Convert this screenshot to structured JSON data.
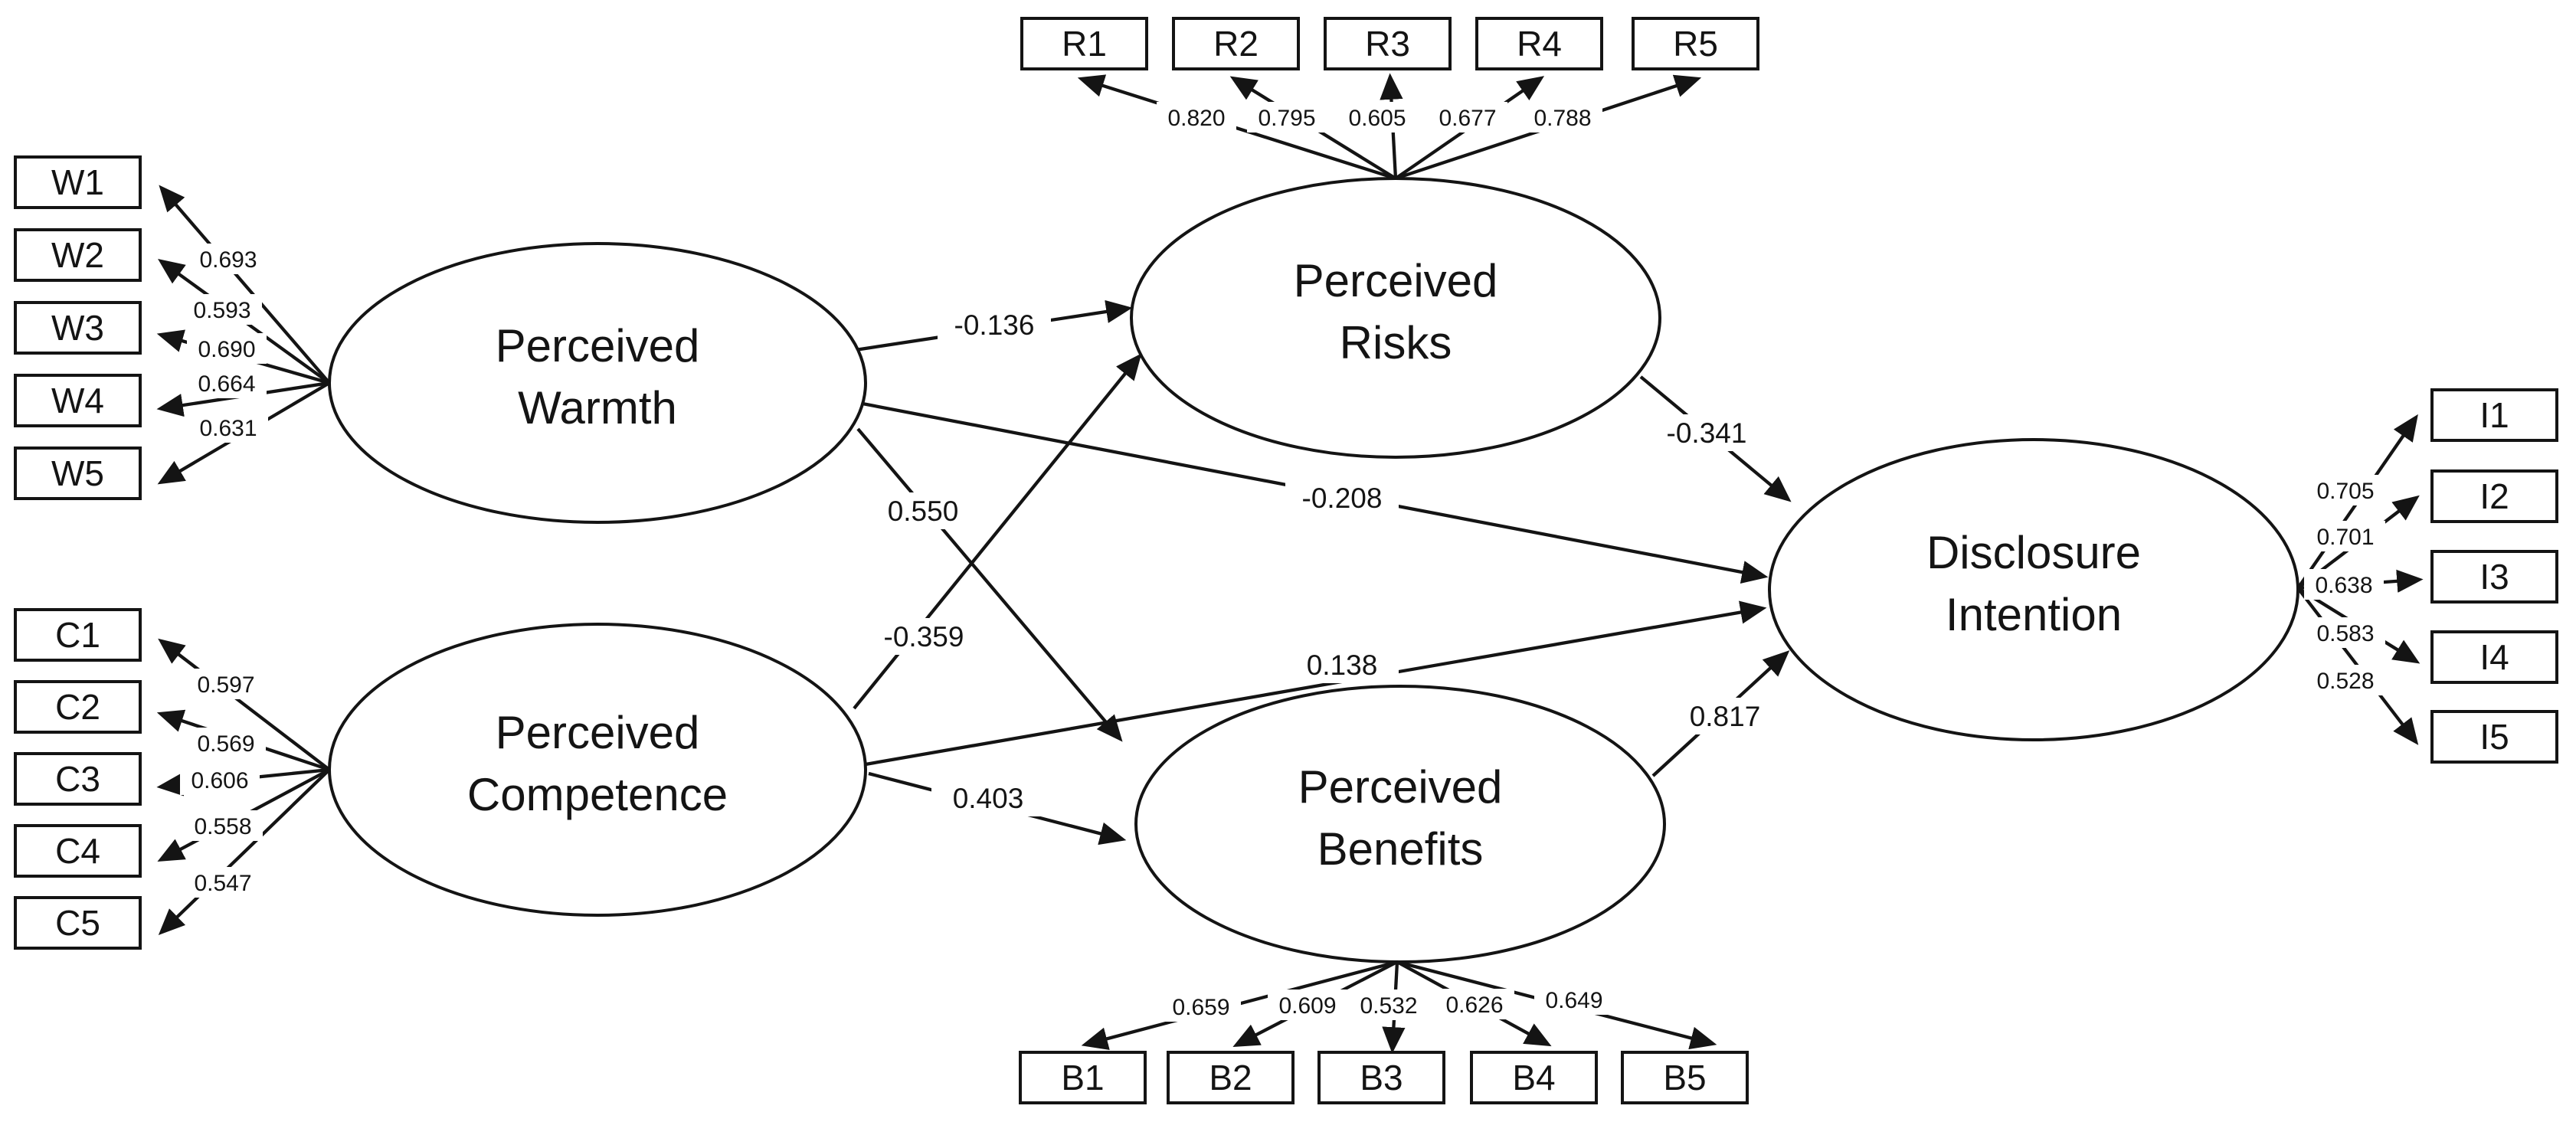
{
  "diagram": {
    "latents": [
      {
        "name": "Perceived Warmth",
        "line1": "Perceived",
        "line2": "Warmth"
      },
      {
        "name": "Perceived Competence",
        "line1": "Perceived",
        "line2": "Competence"
      },
      {
        "name": "Perceived Risks",
        "line1": "Perceived",
        "line2": "Risks"
      },
      {
        "name": "Perceived Benefits",
        "line1": "Perceived",
        "line2": "Benefits"
      },
      {
        "name": "Disclosure Intention",
        "line1": "Disclosure",
        "line2": "Intention"
      }
    ],
    "indicators": {
      "W": [
        {
          "id": "W1",
          "loading": "0.693"
        },
        {
          "id": "W2",
          "loading": "0.593"
        },
        {
          "id": "W3",
          "loading": "0.690"
        },
        {
          "id": "W4",
          "loading": "0.664"
        },
        {
          "id": "W5",
          "loading": "0.631"
        }
      ],
      "C": [
        {
          "id": "C1",
          "loading": "0.597"
        },
        {
          "id": "C2",
          "loading": "0.569"
        },
        {
          "id": "C3",
          "loading": "0.606"
        },
        {
          "id": "C4",
          "loading": "0.558"
        },
        {
          "id": "C5",
          "loading": "0.547"
        }
      ],
      "R": [
        {
          "id": "R1",
          "loading": "0.820"
        },
        {
          "id": "R2",
          "loading": "0.795"
        },
        {
          "id": "R3",
          "loading": "0.605"
        },
        {
          "id": "R4",
          "loading": "0.677"
        },
        {
          "id": "R5",
          "loading": "0.788"
        }
      ],
      "B": [
        {
          "id": "B1",
          "loading": "0.659"
        },
        {
          "id": "B2",
          "loading": "0.609"
        },
        {
          "id": "B3",
          "loading": "0.532"
        },
        {
          "id": "B4",
          "loading": "0.626"
        },
        {
          "id": "B5",
          "loading": "0.649"
        }
      ],
      "I": [
        {
          "id": "I1",
          "loading": "0.705"
        },
        {
          "id": "I2",
          "loading": "0.701"
        },
        {
          "id": "I3",
          "loading": "0.638"
        },
        {
          "id": "I4",
          "loading": "0.583"
        },
        {
          "id": "I5",
          "loading": "0.528"
        }
      ]
    },
    "paths": [
      {
        "from": "Perceived Warmth",
        "to": "Perceived Risks",
        "value": "-0.136"
      },
      {
        "from": "Perceived Warmth",
        "to": "Perceived Benefits",
        "value": "0.550"
      },
      {
        "from": "Perceived Warmth",
        "to": "Disclosure Intention",
        "value": "-0.208"
      },
      {
        "from": "Perceived Competence",
        "to": "Perceived Risks",
        "value": "-0.359"
      },
      {
        "from": "Perceived Competence",
        "to": "Perceived Benefits",
        "value": "0.403"
      },
      {
        "from": "Perceived Competence",
        "to": "Disclosure Intention",
        "value": "0.138"
      },
      {
        "from": "Perceived Risks",
        "to": "Disclosure Intention",
        "value": "-0.341"
      },
      {
        "from": "Perceived Benefits",
        "to": "Disclosure Intention",
        "value": "0.817"
      }
    ]
  }
}
